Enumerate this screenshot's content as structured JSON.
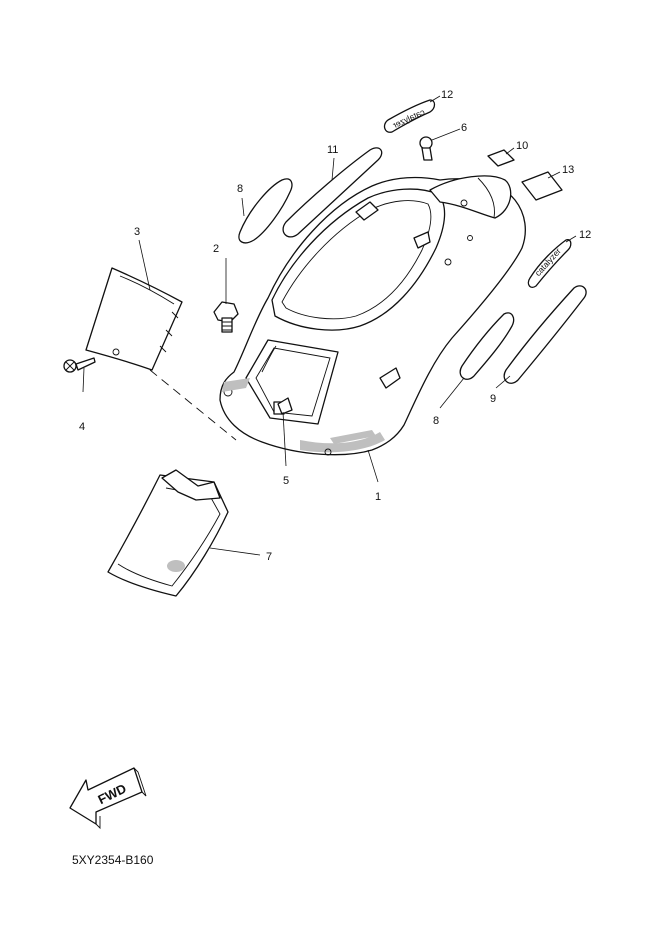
{
  "callouts": [
    {
      "id": "p1",
      "label": "1"
    },
    {
      "id": "p2",
      "label": "2"
    },
    {
      "id": "p3",
      "label": "3"
    },
    {
      "id": "p4",
      "label": "4"
    },
    {
      "id": "p5",
      "label": "5"
    },
    {
      "id": "p6",
      "label": "6"
    },
    {
      "id": "p7",
      "label": "7"
    },
    {
      "id": "p8a",
      "label": "8"
    },
    {
      "id": "p8b",
      "label": "8"
    },
    {
      "id": "p9",
      "label": "9"
    },
    {
      "id": "p10",
      "label": "10"
    },
    {
      "id": "p11",
      "label": "11"
    },
    {
      "id": "p12a",
      "label": "12"
    },
    {
      "id": "p12b",
      "label": "12"
    },
    {
      "id": "p13",
      "label": "13"
    }
  ],
  "labels": {
    "catalyzer_top": "catalyzer",
    "catalyzer_side": "catalyzer"
  },
  "fwd_arrow": {
    "text": "FWD"
  },
  "diagram_code": "5XY2354-B160"
}
